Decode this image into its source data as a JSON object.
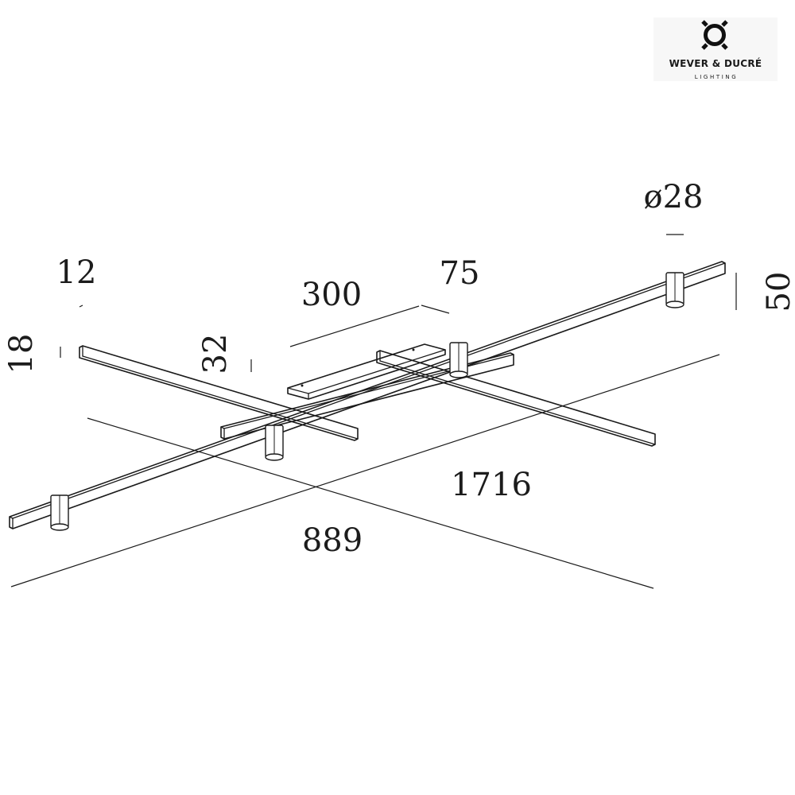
{
  "brand": {
    "name": "WEVER & DUCRÉ",
    "subtitle": "LIGHTING",
    "logo_icon": "ring-with-four-notches-icon"
  },
  "dimensions": {
    "bar_width": "12",
    "bar_height": "18",
    "base_height": "32",
    "base_length": "300",
    "base_depth": "75",
    "spot_diameter": "ø28",
    "spot_height": "50",
    "total_length": "1716",
    "total_width": "889"
  },
  "colors": {
    "line": "#1a1a1a",
    "background": "#ffffff"
  }
}
